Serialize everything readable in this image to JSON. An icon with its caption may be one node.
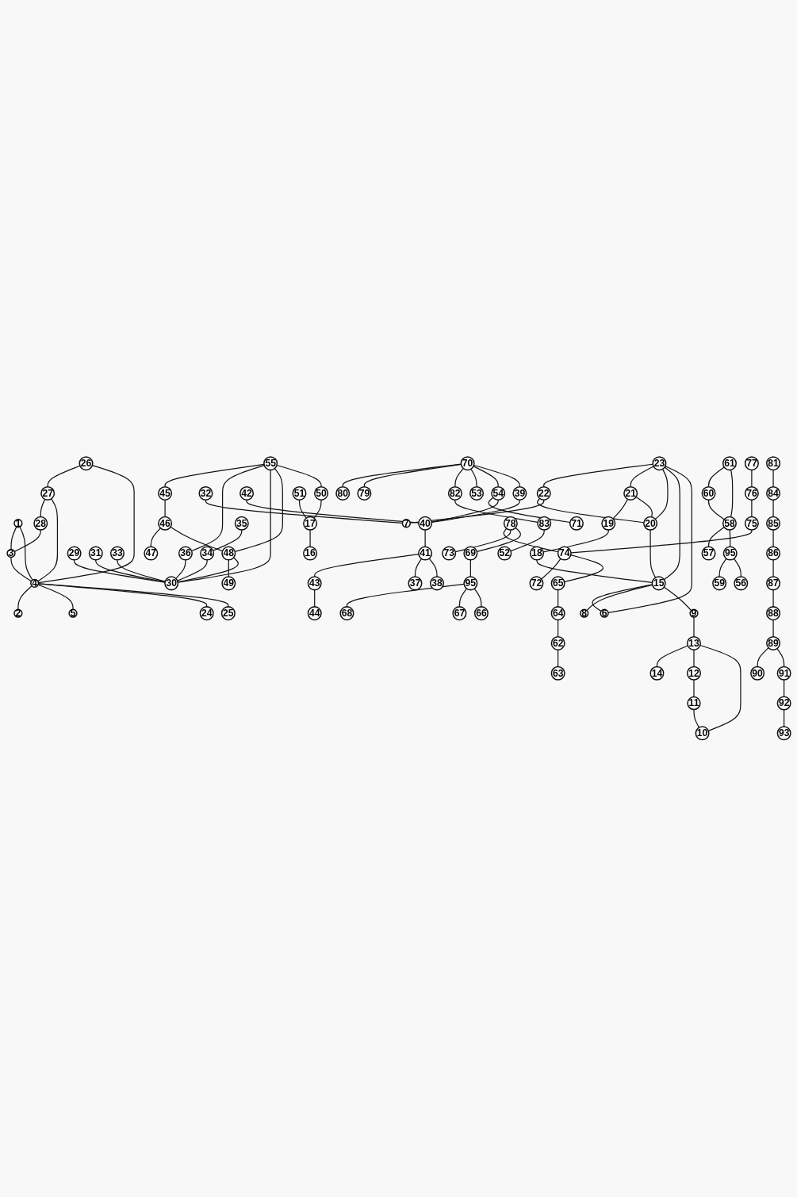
{
  "diagram": {
    "nodes": [
      {
        "text": [
          "1"
        ]
      },
      {
        "text": [
          "2"
        ]
      },
      {
        "text": [
          "3"
        ]
      },
      {
        "text": [
          "4"
        ]
      },
      {
        "text": [
          "5"
        ]
      },
      {
        "text": [
          "6"
        ]
      },
      {
        "text": [
          "7"
        ]
      },
      {
        "text": [
          "8"
        ]
      },
      {
        "text": [
          "9"
        ]
      },
      {
        "text": [
          "10"
        ]
      },
      {
        "text": [
          "11"
        ]
      },
      {
        "text": [
          "12"
        ]
      },
      {
        "text": [
          "13"
        ]
      },
      {
        "text": [
          "14"
        ]
      },
      {
        "text": [
          "15"
        ]
      },
      {
        "text": [
          "16"
        ]
      },
      {
        "text": [
          "17"
        ]
      },
      {
        "text": [
          "18"
        ]
      },
      {
        "text": [
          "19"
        ]
      },
      {
        "text": [
          "20"
        ]
      },
      {
        "text": [
          "21"
        ]
      },
      {
        "text": [
          "22"
        ]
      },
      {
        "text": [
          "23"
        ]
      },
      {
        "text": [
          "24"
        ]
      },
      {
        "text": [
          "25"
        ]
      },
      {
        "text": [
          "26"
        ]
      },
      {
        "text": [
          "27"
        ]
      },
      {
        "text": [
          "28"
        ]
      },
      {
        "text": [
          "29"
        ]
      },
      {
        "text": [
          "30"
        ]
      },
      {
        "text": [
          "31"
        ]
      },
      {
        "text": [
          "32"
        ]
      },
      {
        "text": [
          "33"
        ]
      },
      {
        "text": [
          "34"
        ]
      },
      {
        "text": [
          "35"
        ]
      },
      {
        "text": [
          "36"
        ]
      },
      {
        "text": [
          "37"
        ]
      },
      {
        "text": [
          "38"
        ]
      },
      {
        "text": [
          "39"
        ]
      },
      {
        "text": [
          "40"
        ]
      },
      {
        "text": [
          "41"
        ]
      },
      {
        "text": [
          "42"
        ]
      },
      {
        "text": [
          "43"
        ]
      },
      {
        "text": [
          "44"
        ]
      },
      {
        "text": [
          "45"
        ]
      },
      {
        "text": [
          "46"
        ]
      },
      {
        "text": [
          "47"
        ]
      },
      {
        "text": [
          "48"
        ]
      },
      {
        "text": [
          "49"
        ]
      },
      {
        "text": [
          "50"
        ]
      },
      {
        "text": [
          "51"
        ]
      },
      {
        "text": [
          "52"
        ]
      },
      {
        "text": [
          "53"
        ]
      },
      {
        "text": [
          "54"
        ]
      },
      {
        "text": [
          "55"
        ]
      },
      {
        "text": [
          "56"
        ]
      },
      {
        "text": [
          "57"
        ]
      },
      {
        "text": [
          "58"
        ]
      },
      {
        "text": [
          "59"
        ]
      },
      {
        "text": [
          "60"
        ]
      },
      {
        "text": [
          "61"
        ]
      },
      {
        "text": [
          "62"
        ]
      },
      {
        "text": [
          "63"
        ]
      },
      {
        "text": [
          "64"
        ]
      },
      {
        "text": [
          "65"
        ]
      },
      {
        "text": [
          "66"
        ]
      },
      {
        "text": [
          "67"
        ]
      },
      {
        "text": [
          "68"
        ]
      },
      {
        "text": [
          "69"
        ]
      },
      {
        "text": [
          "70"
        ]
      },
      {
        "text": [
          "71"
        ]
      },
      {
        "text": [
          "72"
        ]
      },
      {
        "text": [
          "73"
        ]
      },
      {
        "text": [
          "74"
        ]
      },
      {
        "text": [
          "75"
        ]
      },
      {
        "text": [
          "76"
        ]
      },
      {
        "text": [
          "77"
        ]
      },
      {
        "text": [
          "78"
        ]
      },
      {
        "text": [
          "79"
        ]
      },
      {
        "text": [
          "80"
        ]
      },
      {
        "text": [
          "81"
        ]
      },
      {
        "text": [
          "82"
        ]
      },
      {
        "text": [
          "83"
        ]
      },
      {
        "text": [
          "84"
        ]
      },
      {
        "text": [
          "85"
        ]
      },
      {
        "text": [
          "86"
        ]
      },
      {
        "text": [
          "87"
        ]
      },
      {
        "text": [
          "88"
        ]
      },
      {
        "text": [
          "89"
        ]
      },
      {
        "text": [
          "90"
        ]
      },
      {
        "text": [
          "91"
        ]
      },
      {
        "text": [
          "92"
        ]
      },
      {
        "text": [
          "93"
        ]
      },
      {
        "text": [
          "95"
        ]
      },
      {
        "text": [
          "95"
        ]
      }
    ],
    "edges": [
      {
        "from": 0,
        "to": 2,
        "arrow": "none"
      },
      {
        "from": 0,
        "to": 3,
        "arrow": "none"
      },
      {
        "from": 2,
        "to": 3,
        "arrow": "none"
      },
      {
        "from": 3,
        "to": 1,
        "arrow": "none"
      },
      {
        "from": 3,
        "to": 4,
        "arrow": "none"
      },
      {
        "from": 3,
        "to": 23,
        "arrow": "none"
      },
      {
        "from": 3,
        "to": 24,
        "arrow": "none"
      },
      {
        "from": 25,
        "to": 26,
        "arrow": "none"
      },
      {
        "from": 26,
        "to": 27,
        "arrow": "none"
      },
      {
        "from": 25,
        "to": 3,
        "arrow": "none"
      },
      {
        "from": 26,
        "to": 3,
        "arrow": "none"
      },
      {
        "from": 27,
        "to": 2,
        "arrow": "none"
      },
      {
        "from": 22,
        "to": 21,
        "arrow": "none"
      },
      {
        "from": 22,
        "to": 20,
        "arrow": "none"
      },
      {
        "from": 22,
        "to": 19,
        "arrow": "none"
      },
      {
        "from": 22,
        "to": 14,
        "arrow": "none"
      },
      {
        "from": 22,
        "to": 5,
        "arrow": "none"
      },
      {
        "from": 21,
        "to": 19,
        "arrow": "none"
      },
      {
        "from": 21,
        "to": 6,
        "arrow": "none"
      },
      {
        "from": 31,
        "to": 6,
        "arrow": "none"
      },
      {
        "from": 20,
        "to": 18,
        "arrow": "none"
      },
      {
        "from": 18,
        "to": 17,
        "arrow": "none"
      },
      {
        "from": 17,
        "to": 14,
        "arrow": "none"
      },
      {
        "from": 20,
        "to": 19,
        "arrow": "none"
      },
      {
        "from": 19,
        "to": 14,
        "arrow": "none"
      },
      {
        "from": 14,
        "to": 5,
        "arrow": "none"
      },
      {
        "from": 14,
        "to": 7,
        "arrow": "none"
      },
      {
        "from": 14,
        "to": 8,
        "arrow": "none"
      },
      {
        "from": 8,
        "to": 12,
        "arrow": "none"
      },
      {
        "from": 12,
        "to": 13,
        "arrow": "none"
      },
      {
        "from": 12,
        "to": 11,
        "arrow": "none"
      },
      {
        "from": 11,
        "to": 10,
        "arrow": "none"
      },
      {
        "from": 10,
        "to": 9,
        "arrow": "none"
      },
      {
        "from": 9,
        "to": 12,
        "arrow": "none"
      },
      {
        "from": 49,
        "to": 16,
        "arrow": "none"
      },
      {
        "from": 50,
        "to": 16,
        "arrow": "none"
      },
      {
        "from": 16,
        "to": 15,
        "arrow": "none"
      },
      {
        "from": 54,
        "to": 44,
        "arrow": "none"
      },
      {
        "from": 54,
        "to": 35,
        "arrow": "none"
      },
      {
        "from": 54,
        "to": 29,
        "arrow": "none"
      },
      {
        "from": 54,
        "to": 47,
        "arrow": "none"
      },
      {
        "from": 54,
        "to": 49,
        "arrow": "none"
      },
      {
        "from": 44,
        "to": 45,
        "arrow": "none"
      },
      {
        "from": 45,
        "to": 46,
        "arrow": "none"
      },
      {
        "from": 45,
        "to": 47,
        "arrow": "none"
      },
      {
        "from": 47,
        "to": 48,
        "arrow": "none"
      },
      {
        "from": 47,
        "to": 29,
        "arrow": "none"
      },
      {
        "from": 35,
        "to": 29,
        "arrow": "none"
      },
      {
        "from": 34,
        "to": 33,
        "arrow": "none"
      },
      {
        "from": 33,
        "to": 29,
        "arrow": "none"
      },
      {
        "from": 32,
        "to": 29,
        "arrow": "none"
      },
      {
        "from": 30,
        "to": 29,
        "arrow": "none"
      },
      {
        "from": 28,
        "to": 29,
        "arrow": "none"
      },
      {
        "from": 69,
        "to": 79,
        "arrow": "none"
      },
      {
        "from": 69,
        "to": 78,
        "arrow": "none"
      },
      {
        "from": 69,
        "to": 81,
        "arrow": "none"
      },
      {
        "from": 81,
        "to": 82,
        "arrow": "none"
      },
      {
        "from": 82,
        "to": 51,
        "arrow": "none"
      },
      {
        "from": 69,
        "to": 52,
        "arrow": "none"
      },
      {
        "from": 69,
        "to": 53,
        "arrow": "none"
      },
      {
        "from": 53,
        "to": 70,
        "arrow": "none"
      },
      {
        "from": 69,
        "to": 38,
        "arrow": "none"
      },
      {
        "from": 53,
        "to": 39,
        "arrow": "none"
      },
      {
        "from": 38,
        "to": 39,
        "arrow": "none"
      },
      {
        "from": 41,
        "to": 39,
        "arrow": "none"
      },
      {
        "from": 39,
        "to": 40,
        "arrow": "none"
      },
      {
        "from": 40,
        "to": 42,
        "arrow": "none"
      },
      {
        "from": 42,
        "to": 43,
        "arrow": "none"
      },
      {
        "from": 40,
        "to": 36,
        "arrow": "none"
      },
      {
        "from": 40,
        "to": 37,
        "arrow": "none"
      },
      {
        "from": 80,
        "to": 83,
        "arrow": "none"
      },
      {
        "from": 83,
        "to": 84,
        "arrow": "none"
      },
      {
        "from": 84,
        "to": 85,
        "arrow": "none"
      },
      {
        "from": 85,
        "to": 86,
        "arrow": "none"
      },
      {
        "from": 86,
        "to": 87,
        "arrow": "none"
      },
      {
        "from": 87,
        "to": 88,
        "arrow": "none"
      },
      {
        "from": 88,
        "to": 89,
        "arrow": "none"
      },
      {
        "from": 88,
        "to": 90,
        "arrow": "none"
      },
      {
        "from": 90,
        "to": 91,
        "arrow": "none"
      },
      {
        "from": 91,
        "to": 92,
        "arrow": "none"
      },
      {
        "from": 76,
        "to": 75,
        "arrow": "none"
      },
      {
        "from": 75,
        "to": 74,
        "arrow": "none"
      },
      {
        "from": 74,
        "to": 73,
        "arrow": "none"
      },
      {
        "from": 77,
        "to": 73,
        "arrow": "none"
      },
      {
        "from": 77,
        "to": 72,
        "arrow": "none"
      },
      {
        "from": 73,
        "to": 71,
        "arrow": "none"
      },
      {
        "from": 73,
        "to": 64,
        "arrow": "none"
      },
      {
        "from": 64,
        "to": 63,
        "arrow": "none"
      },
      {
        "from": 63,
        "to": 61,
        "arrow": "none"
      },
      {
        "from": 61,
        "to": 62,
        "arrow": "none"
      },
      {
        "from": 77,
        "to": 68,
        "arrow": "none"
      },
      {
        "from": 68,
        "to": 93,
        "arrow": "none"
      },
      {
        "from": 93,
        "to": 67,
        "arrow": "none"
      },
      {
        "from": 93,
        "to": 66,
        "arrow": "none"
      },
      {
        "from": 93,
        "to": 65,
        "arrow": "none"
      },
      {
        "from": 60,
        "to": 59,
        "arrow": "none"
      },
      {
        "from": 60,
        "to": 57,
        "arrow": "none"
      },
      {
        "from": 59,
        "to": 57,
        "arrow": "none"
      },
      {
        "from": 57,
        "to": 56,
        "arrow": "none"
      },
      {
        "from": 57,
        "to": 94,
        "arrow": "none"
      },
      {
        "from": 94,
        "to": 58,
        "arrow": "none"
      },
      {
        "from": 94,
        "to": 55,
        "arrow": "none"
      }
    ]
  }
}
